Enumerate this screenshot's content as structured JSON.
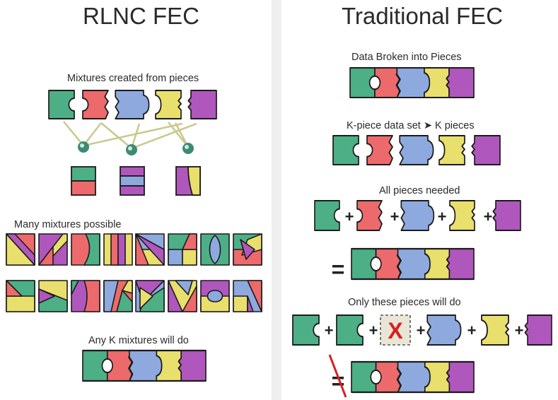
{
  "left": {
    "title": "RLNC FEC",
    "caption_mixtures_created": "Mixtures created from pieces",
    "caption_many_mixtures": "Many mixtures possible",
    "caption_any_k": "Any K mixtures will do"
  },
  "right": {
    "title": "Traditional FEC",
    "caption_broken": "Data Broken into Pieces",
    "caption_kpiece": "K-piece data set ➤ K pieces",
    "caption_all_needed": "All pieces needed",
    "caption_only_these": "Only these pieces will do",
    "plus_sign": "+",
    "equals_sign": "=",
    "missing_mark": "X"
  },
  "colors": {
    "green": "#4daf86",
    "red": "#ec6a6c",
    "blue": "#8ea9de",
    "yellow": "#e9df6c",
    "purple": "#b057bd",
    "node": "#3f8a74",
    "edge": "#c8c98e",
    "cross": "#d62020",
    "outline": "#1b1b1b"
  }
}
